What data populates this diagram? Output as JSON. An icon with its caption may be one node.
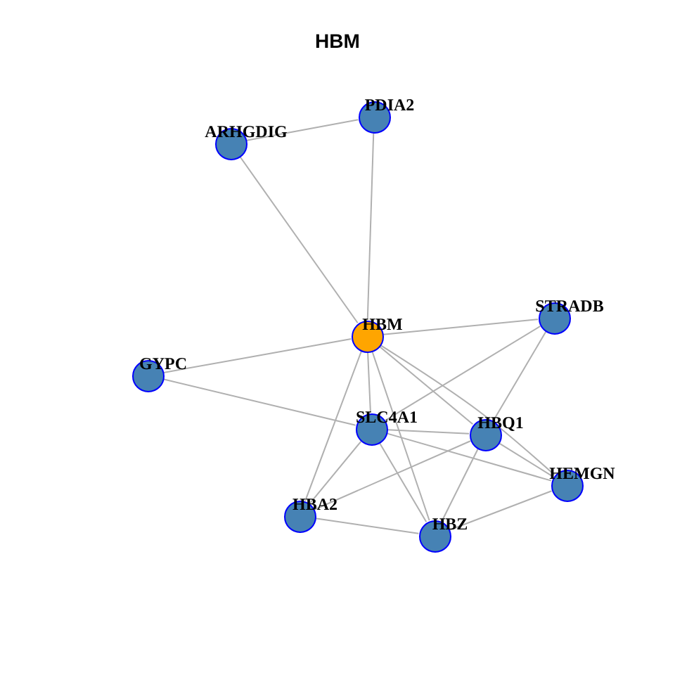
{
  "diagram": {
    "title": "HBM",
    "nodes": [
      {
        "text": [
          "PDIA2"
        ]
      },
      {
        "text": [
          "ARHGDIG"
        ]
      },
      {
        "text": [
          "STRADB"
        ]
      },
      {
        "text": [
          "HBM"
        ]
      },
      {
        "text": [
          "GYPC"
        ]
      },
      {
        "text": [
          "SLC4A1"
        ]
      },
      {
        "text": [
          "HBQ1"
        ]
      },
      {
        "text": [
          "HEMGN"
        ]
      },
      {
        "text": [
          "HBA2"
        ]
      },
      {
        "text": [
          "HBZ"
        ]
      }
    ],
    "edges": [
      {
        "from": 1,
        "to": 0,
        "arrow": "none"
      },
      {
        "from": 1,
        "to": 3,
        "arrow": "none"
      },
      {
        "from": 0,
        "to": 3,
        "arrow": "none"
      },
      {
        "from": 3,
        "to": 2,
        "arrow": "none"
      },
      {
        "from": 3,
        "to": 4,
        "arrow": "none"
      },
      {
        "from": 3,
        "to": 5,
        "arrow": "none"
      },
      {
        "from": 3,
        "to": 8,
        "arrow": "none"
      },
      {
        "from": 3,
        "to": 9,
        "arrow": "none"
      },
      {
        "from": 3,
        "to": 6,
        "arrow": "none"
      },
      {
        "from": 3,
        "to": 7,
        "arrow": "none"
      },
      {
        "from": 2,
        "to": 5,
        "arrow": "none"
      },
      {
        "from": 2,
        "to": 6,
        "arrow": "none"
      },
      {
        "from": 4,
        "to": 5,
        "arrow": "none"
      },
      {
        "from": 5,
        "to": 6,
        "arrow": "none"
      },
      {
        "from": 5,
        "to": 7,
        "arrow": "none"
      },
      {
        "from": 5,
        "to": 8,
        "arrow": "none"
      },
      {
        "from": 5,
        "to": 9,
        "arrow": "none"
      },
      {
        "from": 6,
        "to": 7,
        "arrow": "none"
      },
      {
        "from": 6,
        "to": 8,
        "arrow": "none"
      },
      {
        "from": 6,
        "to": 9,
        "arrow": "none"
      },
      {
        "from": 8,
        "to": 9,
        "arrow": "none"
      },
      {
        "from": 9,
        "to": 7,
        "arrow": "none"
      }
    ]
  }
}
